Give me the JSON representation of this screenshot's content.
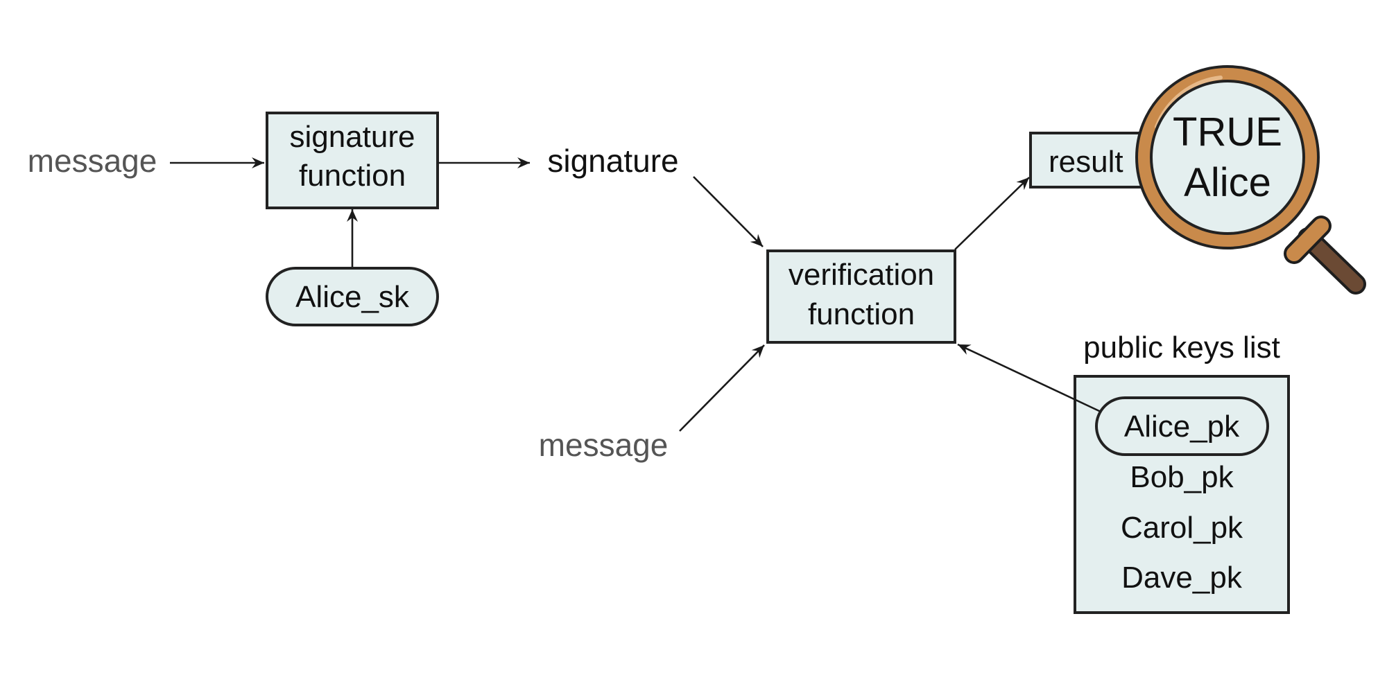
{
  "signing": {
    "input_label": "message",
    "function_label_line1": "signature",
    "function_label_line2": "function",
    "secret_key_label": "Alice_sk",
    "output_label": "signature"
  },
  "verification": {
    "message_label": "message",
    "function_label_line1": "verification",
    "function_label_line2": "function",
    "result_label": "result"
  },
  "magnifier": {
    "line1": "TRUE",
    "line2": "Alice"
  },
  "public_keys": {
    "title": "public keys list",
    "keys": [
      "Alice_pk",
      "Bob_pk",
      "Carol_pk",
      "Dave_pk"
    ]
  },
  "colors": {
    "box_fill": "#e4efef",
    "lens_ring": "#c98a4b",
    "handle": "#6b4a34",
    "gray_text": "#555555"
  }
}
